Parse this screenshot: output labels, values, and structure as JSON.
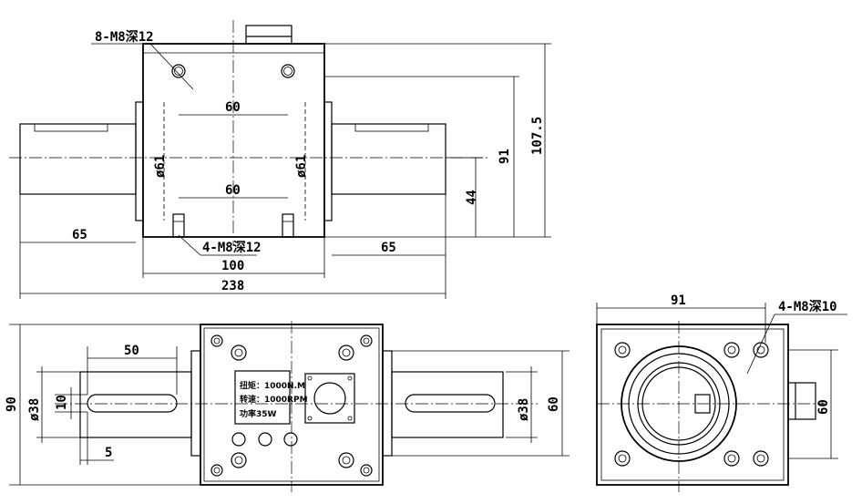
{
  "front_view": {
    "top_holes_note": "8-M8深12",
    "bottom_holes_note": "4-M8深12",
    "hole_spacing_top": "60",
    "hole_spacing_bottom": "60",
    "shaft_dia_left": "ø61",
    "shaft_dia_right": "ø61",
    "shaft_len_left": "65",
    "shaft_len_right": "65",
    "body_width": "100",
    "total_length": "238",
    "axis_height": "44",
    "height_91": "91",
    "total_height": "107.5"
  },
  "top_view": {
    "keyway_length": "50",
    "keyway_width": "10",
    "key_offset": "5",
    "height": "90",
    "shaft_dia_left": "ø38",
    "shaft_dia_right": "ø38",
    "width_right": "60",
    "nameplate": {
      "line1": "扭矩：1000N.M",
      "line2": "转速：1000RPM",
      "line3": "功率35W"
    }
  },
  "side_view": {
    "width": "91",
    "holes_note": "4-M8深10",
    "height": "60"
  }
}
